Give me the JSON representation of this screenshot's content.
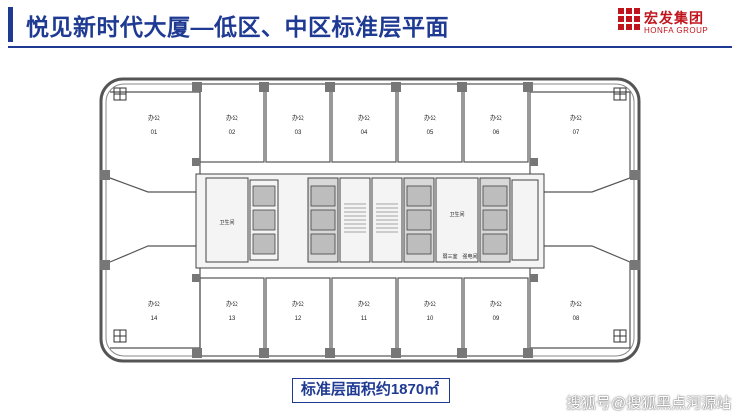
{
  "header": {
    "title": "悦见新时代大厦—低区、中区标准层平面",
    "accent_color": "#1f3a93"
  },
  "logo": {
    "name_cn": "宏发集团",
    "name_en": "HONFA GROUP",
    "color": "#c0141c"
  },
  "floor_plan": {
    "office_label": "办公",
    "restroom_label": "卫生间",
    "top_units": [
      "01",
      "02",
      "03",
      "04",
      "05",
      "06",
      "07"
    ],
    "bottom_units": [
      "14",
      "13",
      "12",
      "11",
      "10",
      "09",
      "08"
    ],
    "core_room_left": "弱三室",
    "core_room_right": "强电间"
  },
  "area": {
    "label": "标准层面积约1870㎡"
  },
  "watermark": {
    "text": "搜狐号@搜狐黑点河源站"
  }
}
